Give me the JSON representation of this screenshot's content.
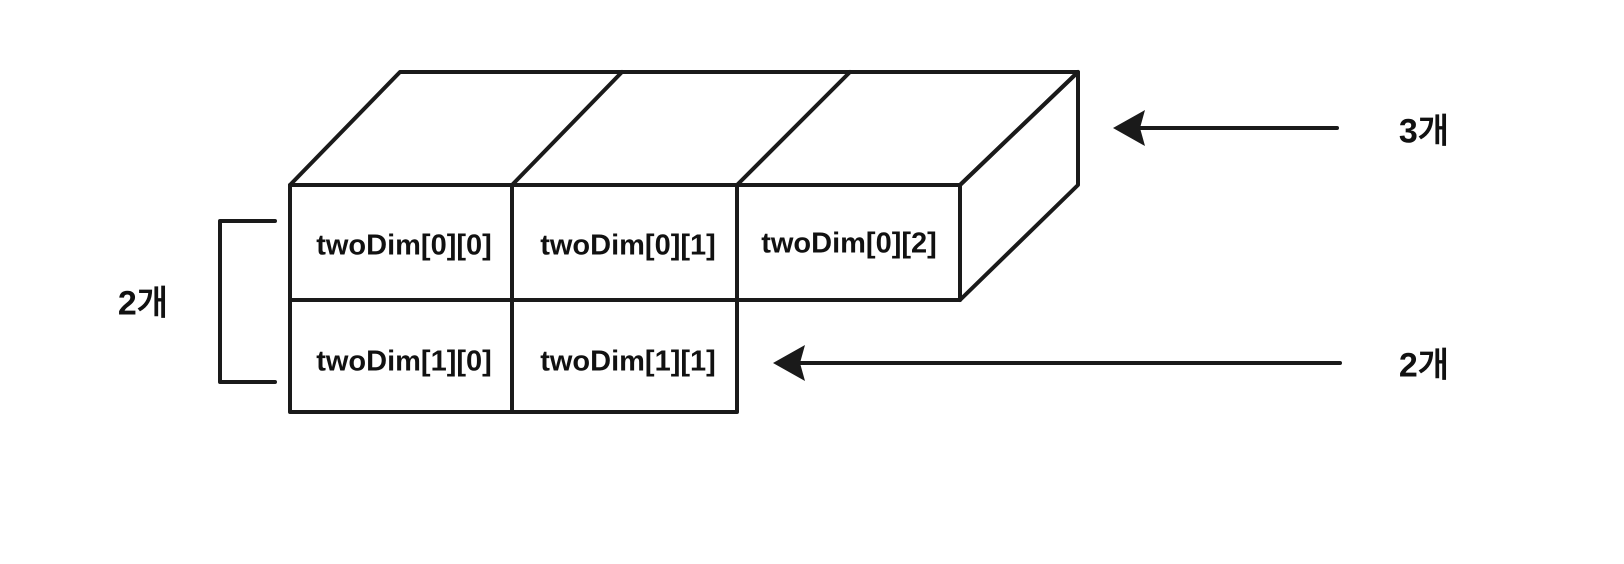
{
  "cells": [
    {
      "label": "twoDim[0][0]"
    },
    {
      "label": "twoDim[0][1]"
    },
    {
      "label": "twoDim[0][2]"
    },
    {
      "label": "twoDim[1][0]"
    },
    {
      "label": "twoDim[1][1]"
    }
  ],
  "annotations": {
    "outer_count": "2개",
    "row0_count": "3개",
    "row1_count": "2개"
  }
}
